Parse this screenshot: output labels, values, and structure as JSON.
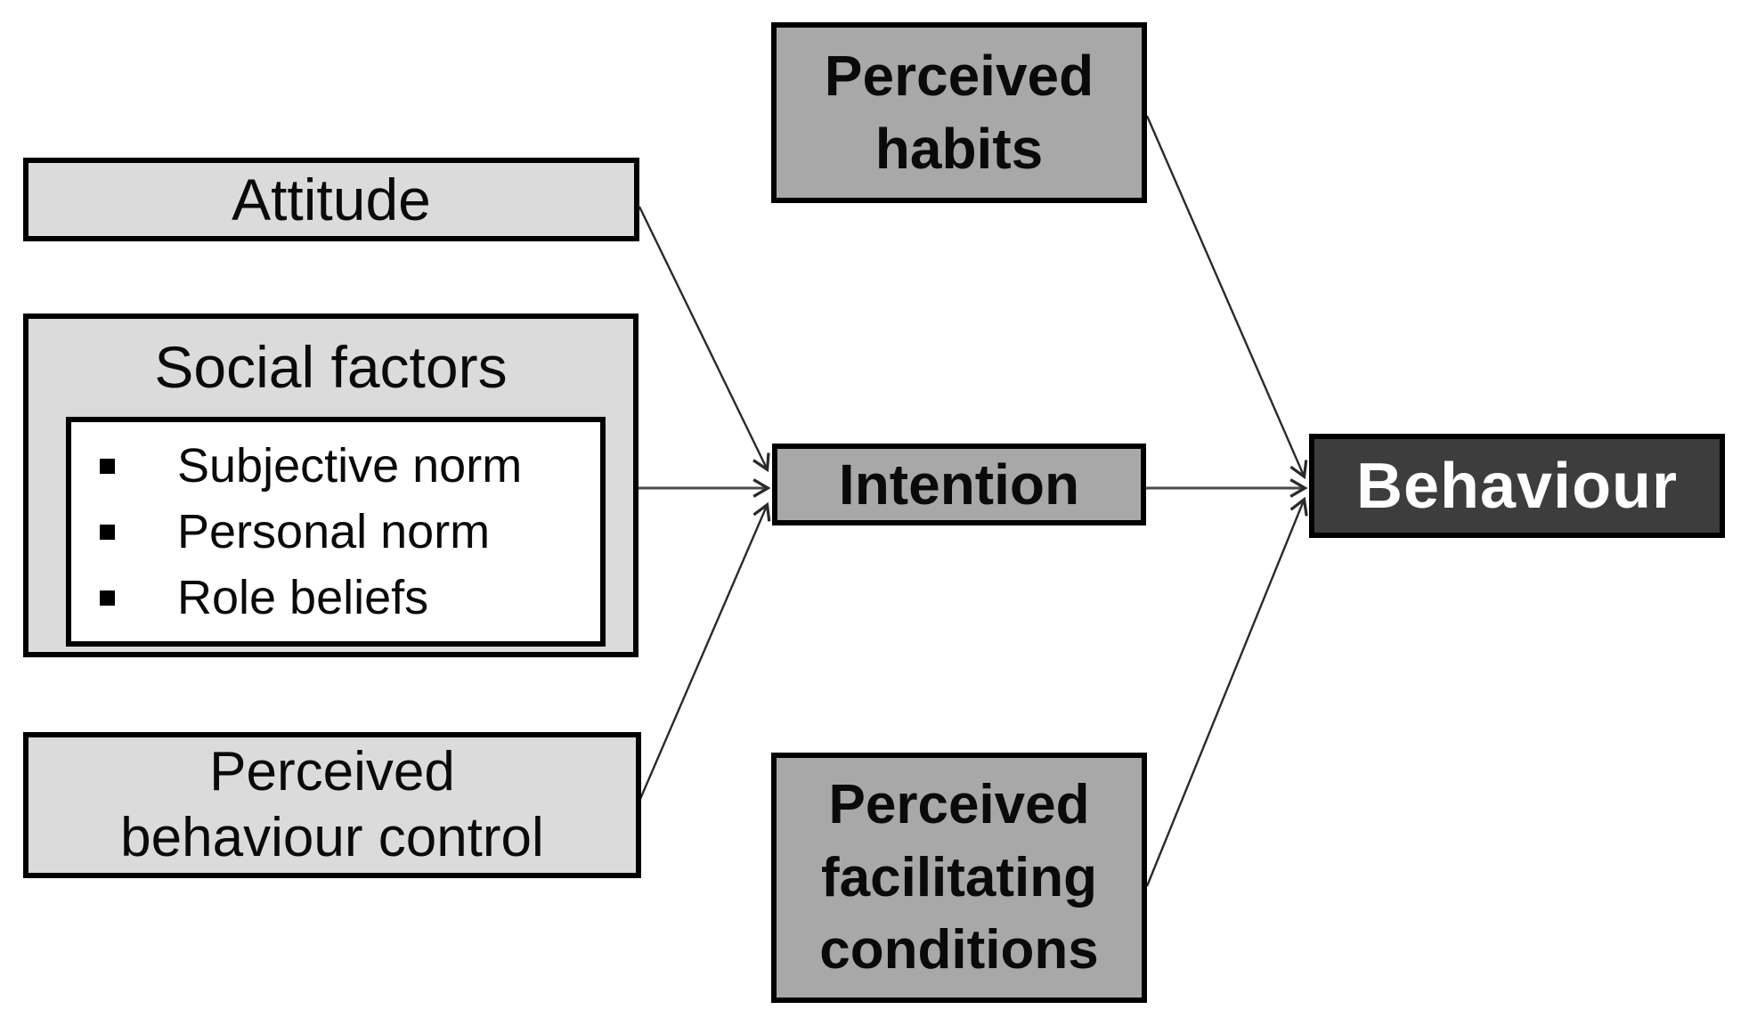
{
  "nodes": {
    "attitude": {
      "label": "Attitude"
    },
    "social_factors": {
      "title": "Social factors",
      "items": [
        "Subjective norm",
        "Personal norm",
        "Role beliefs"
      ]
    },
    "perceived_behaviour_control": {
      "label": "Perceived behaviour control",
      "lines": [
        "Perceived",
        "behaviour control"
      ]
    },
    "perceived_habits": {
      "label": "Perceived habits",
      "lines": [
        "Perceived",
        "habits"
      ]
    },
    "intention": {
      "label": "Intention"
    },
    "perceived_facilitating_conditions": {
      "label": "Perceived facilitating conditions",
      "lines": [
        "Perceived",
        "facilitating",
        "conditions"
      ]
    },
    "behaviour": {
      "label": "Behaviour"
    }
  },
  "edges": [
    {
      "from": "attitude",
      "to": "intention"
    },
    {
      "from": "social_factors",
      "to": "intention"
    },
    {
      "from": "perceived_behaviour_control",
      "to": "intention"
    },
    {
      "from": "perceived_habits",
      "to": "behaviour"
    },
    {
      "from": "intention",
      "to": "behaviour"
    },
    {
      "from": "perceived_facilitating_conditions",
      "to": "behaviour"
    }
  ],
  "colors": {
    "light_box_fill": "#dbdbdb",
    "mid_box_fill": "#a8a8a8",
    "dark_box_fill": "#3d3d3d",
    "border": "#000000",
    "arrow": "#2a2a2a",
    "inner_box_fill": "#ffffff",
    "dark_box_text": "#ffffff"
  }
}
